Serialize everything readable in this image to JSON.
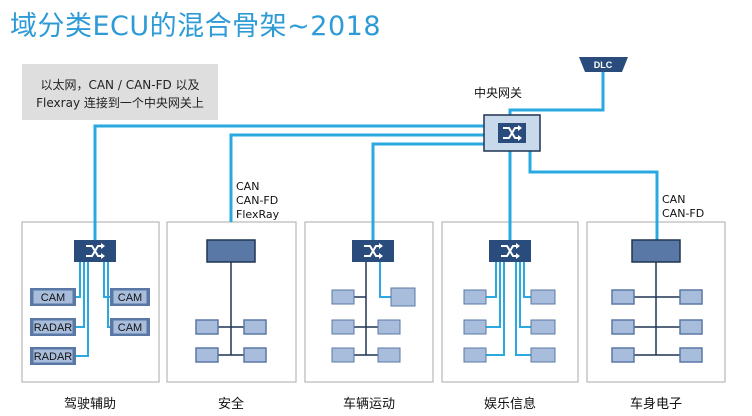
{
  "title": "域分类ECU的混合骨架~2018",
  "note": {
    "line1": "以太网，CAN / CAN-FD 以及",
    "line2": "Flexray 连接到一个中央网关上"
  },
  "gateway_label": "中央网关",
  "dlc_label": "DLC",
  "bus_labels": {
    "safety": [
      "CAN",
      "CAN-FD",
      "FlexRay"
    ],
    "body": [
      "CAN",
      "CAN-FD"
    ]
  },
  "adas_units": [
    "CAM",
    "CAM",
    "RADAR",
    "CAM",
    "RADAR"
  ],
  "domains": [
    "驾驶辅助",
    "安全",
    "车辆运动",
    "娱乐信息",
    "车身电子"
  ],
  "colors": {
    "ethernet": "#29a9e0",
    "bus": "#1f3552",
    "ecu_dark": "#5a78a6",
    "ecu_light": "#a8bddb",
    "panel_border": "#aaaaaa",
    "title": "#2e9bd6"
  },
  "icons": {
    "switch": "crossed-arrows-switch-icon"
  }
}
